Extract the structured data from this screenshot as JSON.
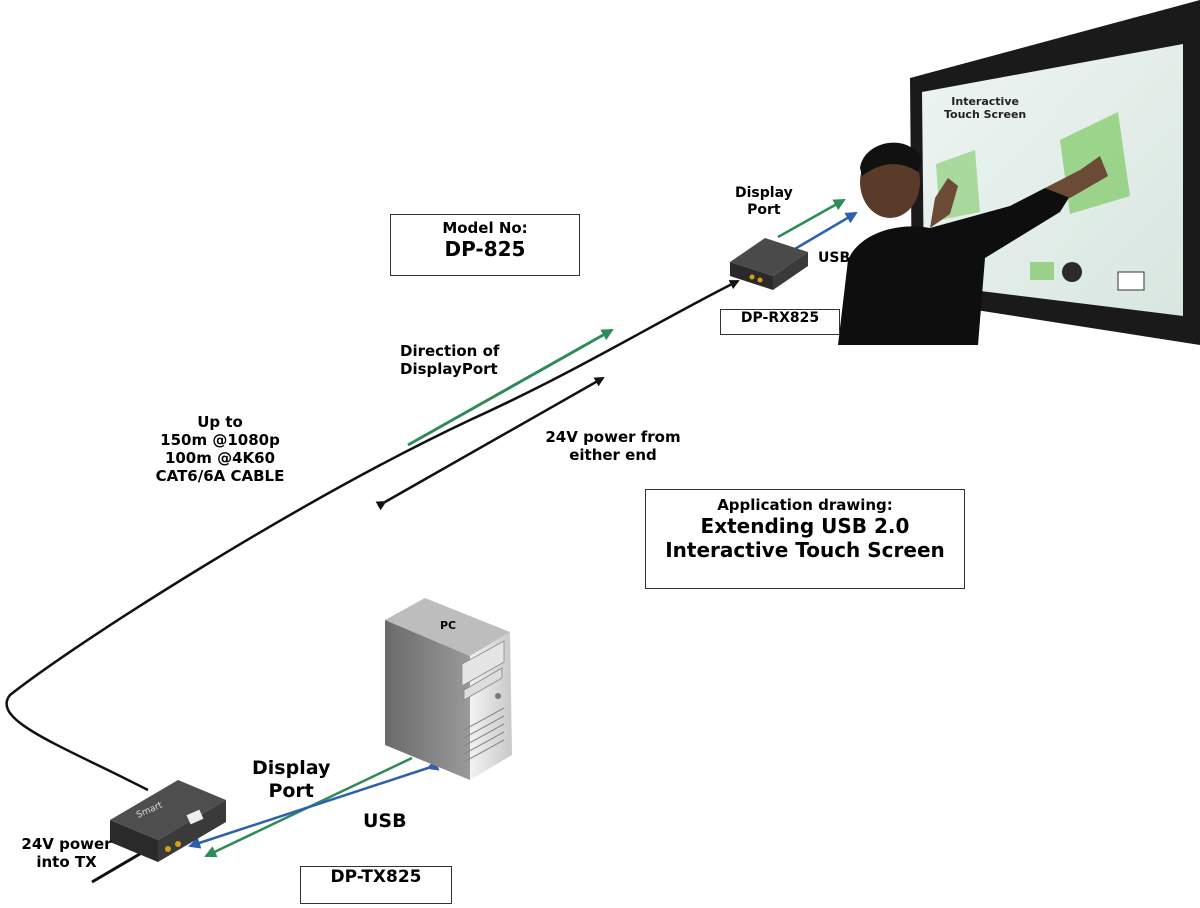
{
  "model_box": {
    "line1": "Model No:",
    "line2": "DP-825"
  },
  "app_box": {
    "line1": "Application drawing:",
    "line2": "Extending USB 2.0",
    "line3": "Interactive Touch Screen"
  },
  "screen": {
    "label_line1": "Interactive",
    "label_line2": "Touch Screen"
  },
  "rx": {
    "name": "DP-RX825",
    "display_port_line1": "Display",
    "display_port_line2": "Port",
    "usb": "USB"
  },
  "tx": {
    "name": "DP-TX825",
    "display_port_line1": "Display",
    "display_port_line2": "Port",
    "usb": "USB",
    "brand": "Smart"
  },
  "pc": {
    "label": "PC"
  },
  "cable": {
    "line1": "Up to",
    "line2": "150m @1080p",
    "line3": "100m @4K60",
    "line4": "CAT6/6A CABLE"
  },
  "direction": {
    "line1": "Direction of",
    "line2": "DisplayPort"
  },
  "power_both": {
    "line1": "24V power from",
    "line2": "either end"
  },
  "power_tx": {
    "line1": "24V power",
    "line2": "into TX"
  },
  "colors": {
    "displayport_arrow": "#2e8b57",
    "usb_arrow": "#2f5fb0",
    "cable": "#111111"
  }
}
